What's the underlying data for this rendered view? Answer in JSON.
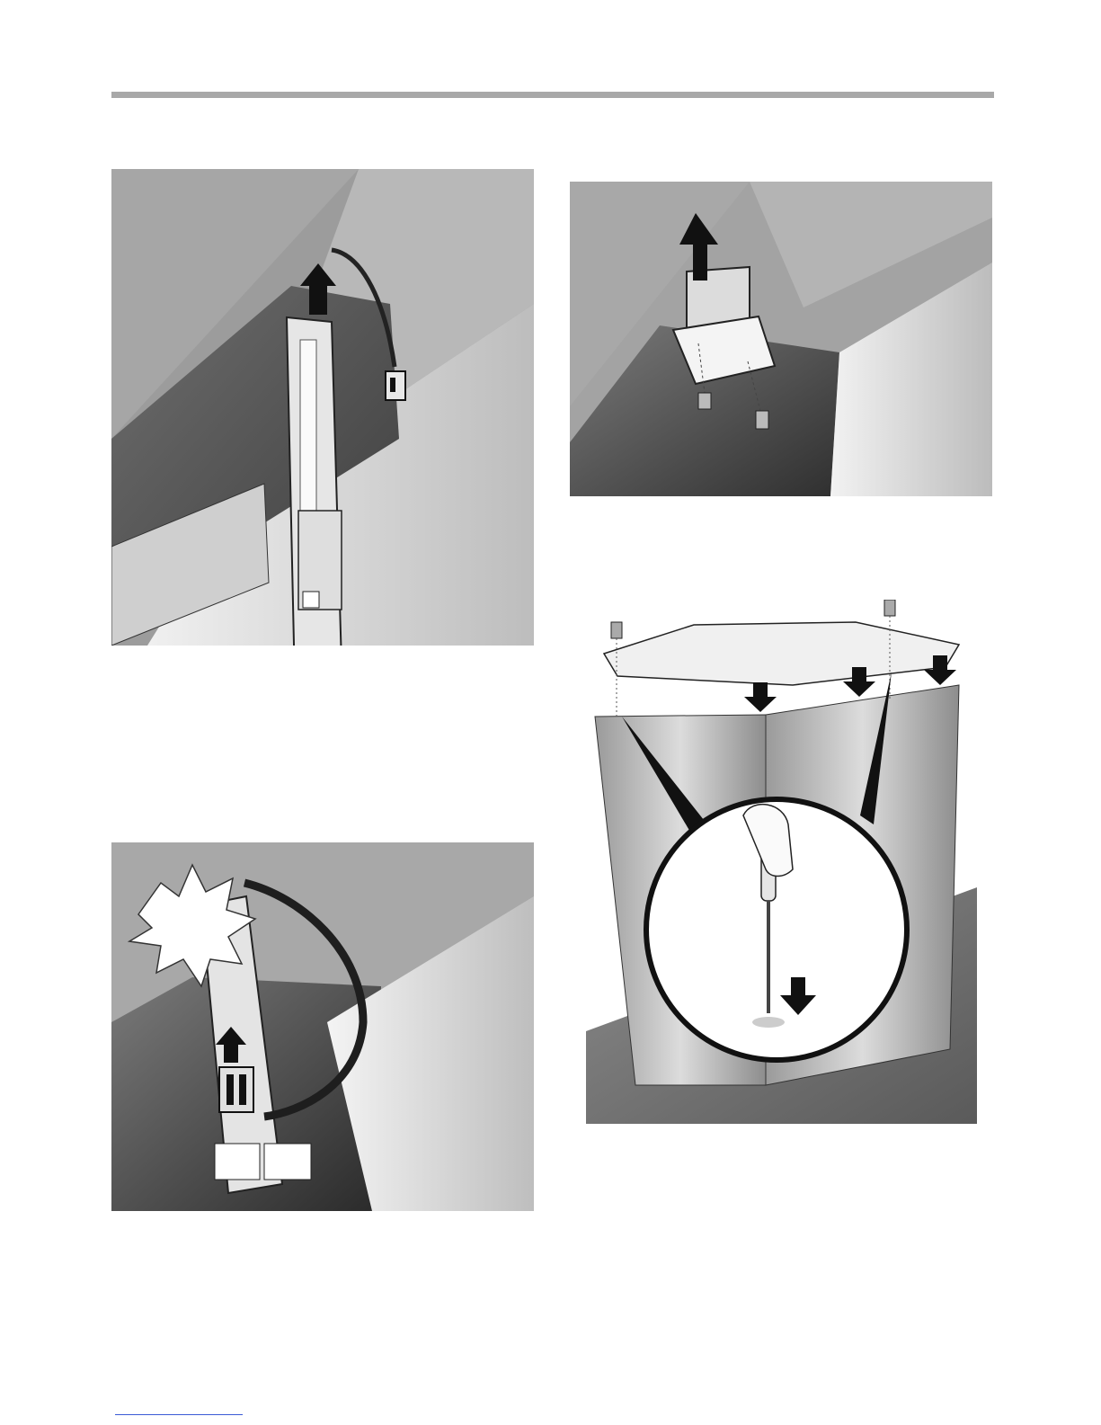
{
  "page": {
    "rule_color": "#a8a8a8",
    "link_color": "#3b5bd6"
  },
  "figures": [
    {
      "id": "fig-1",
      "icons": [
        "arrow-up-icon",
        "connector-icon"
      ]
    },
    {
      "id": "fig-2",
      "icons": [
        "arrow-up-icon",
        "screw-icon"
      ]
    },
    {
      "id": "fig-3",
      "icons": [
        "click-burst-icon",
        "arrow-up-icon",
        "connector-icon"
      ]
    },
    {
      "id": "fig-4",
      "icons": [
        "screw-icon",
        "arrow-down-icon",
        "screwdriver-icon",
        "magnifier-circle"
      ]
    }
  ]
}
